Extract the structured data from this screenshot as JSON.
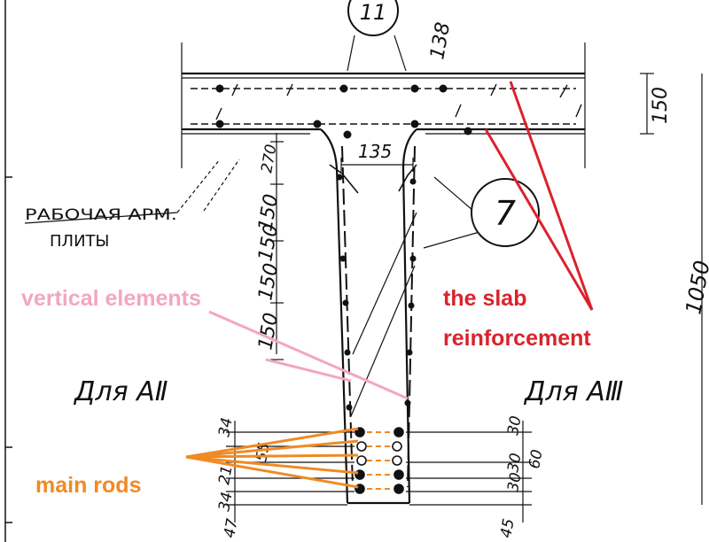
{
  "colors": {
    "ink": "#111111",
    "slab_annotation": "#d9232d",
    "vertical_annotation": "#f3a6c0",
    "rods_annotation": "#f08a24"
  },
  "callouts": {
    "top_bubble": "11",
    "right_bubble": "7"
  },
  "dimensions": {
    "top_cover": "138",
    "slab_thickness": "150",
    "web_width": "135",
    "total_height": "1050",
    "left_first": "270",
    "left_spacings": [
      "150",
      "150",
      "150",
      "150"
    ],
    "bottom_left_top": "34",
    "bottom_left_mid": "55",
    "bottom_left_low": "21",
    "bottom_left_last": "34",
    "bottom_left_base": "47",
    "bottom_right_top": "30",
    "bottom_right_a": "30",
    "bottom_right_b": "30",
    "bottom_right_sum": "60",
    "bottom_right_base": "45"
  },
  "labels": {
    "slab_rebar_line1": "РАБОЧАЯ АРМ.",
    "slab_rebar_line2": "ПЛИТЫ",
    "for_a2": "Для АⅡ",
    "for_a3": "Для АⅢ"
  },
  "annotations": {
    "vertical": "vertical elements",
    "slab_line1": "the slab",
    "slab_line2": "reinforcement",
    "rods": "main rods"
  }
}
